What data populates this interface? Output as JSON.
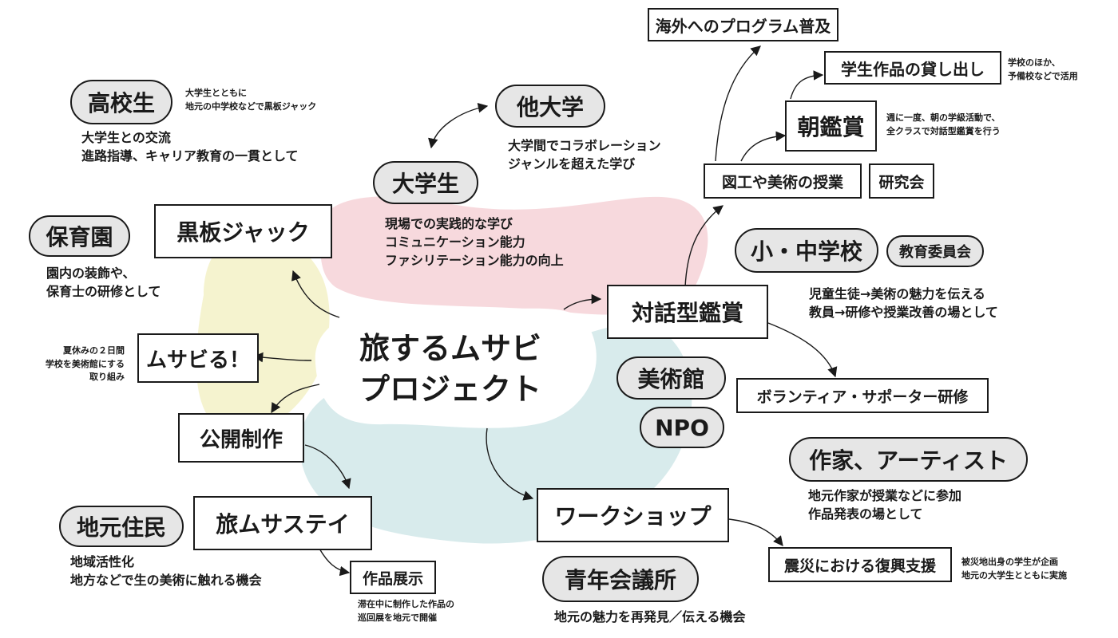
{
  "colors": {
    "pink": "#f7d9dd",
    "yellow": "#f5f3cf",
    "blue": "#d8ebec",
    "line": "#1a1a1a",
    "pill_fill": "#e6e6e6"
  },
  "center": {
    "line1": "旅するムサビ",
    "line2": "プロジェクト"
  },
  "boxes": {
    "overseas": "海外へのプログラム普及",
    "loan": "学生作品の貸し出し",
    "morning": "朝鑑賞",
    "art_class": "図工や美術の授業",
    "research": "研究会",
    "dialogue": "対話型鑑賞",
    "volunteer": "ボランティア・サポーター研修",
    "workshop": "ワークショップ",
    "disaster": "震災における復興支援",
    "blackboard": "黒板ジャック",
    "musabiru": "ムサビる！",
    "public": "公開制作",
    "stay": "旅ムサステイ",
    "exhibit": "作品展示"
  },
  "pills": {
    "highschool": "高校生",
    "other_univ": "他大学",
    "university": "大学生",
    "nursery": "保育園",
    "school": "小・中学校",
    "board": "教育委員会",
    "museum": "美術館",
    "npo": "NPO",
    "artist": "作家、アーティスト",
    "residents": "地元住民",
    "jc": "青年会議所"
  },
  "texts": {
    "hs_1": "大学生との交流",
    "hs_2": "進路指導、キャリア教育の一貫として",
    "other_1": "大学間でコラボレーション",
    "other_2": "ジャンルを超えた学び",
    "univ_1": "現場での実践的な学び",
    "univ_2": "コミュニケーション能力",
    "univ_3": "ファシリテーション能力の向上",
    "nursery_1": "園内の装飾や、",
    "nursery_2": "保育士の研修として",
    "school_1": "児童生徒→美術の魅力を伝える",
    "school_2": "教員→研修や授業改善の場として",
    "artist_1": "地元作家が授業などに参加",
    "artist_2": "作品発表の場として",
    "residents_1": "地域活性化",
    "residents_2": "地方などで生の美術に触れる機会",
    "jc_1": "地元の魅力を再発見／伝える機会"
  },
  "notes": {
    "hs_1": "大学生とともに",
    "hs_2": "地元の中学校などで黒板ジャック",
    "loan_1": "学校のほか、",
    "loan_2": "予備校などで活用",
    "morning_1": "週に一度、朝の学級活動で、",
    "morning_2": "全クラスで対話型鑑賞を行う",
    "musabiru_1": "夏休みの２日間",
    "musabiru_2": "学校を美術館にする",
    "musabiru_3": "取り組み",
    "exhibit_1": "滞在中に制作した作品の",
    "exhibit_2": "巡回展を地元で開催",
    "disaster_1": "被災地出身の学生が企画",
    "disaster_2": "地元の大学生とともに実施"
  }
}
